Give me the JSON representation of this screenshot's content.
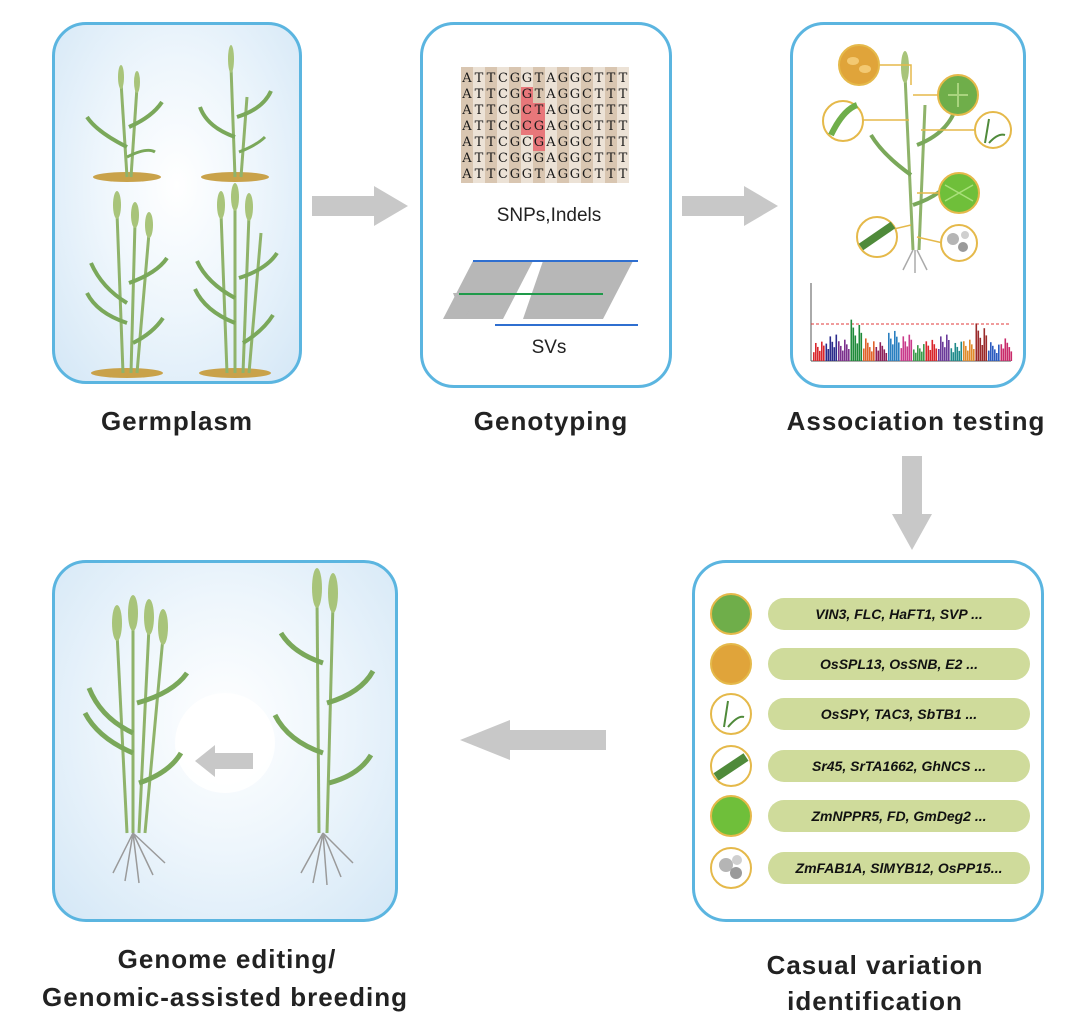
{
  "steps": {
    "germplasm": "Germplasm",
    "genotyping": "Genotyping",
    "association": "Association testing",
    "casual_line1": "Casual variation",
    "casual_line2": "identification",
    "editing_line1": "Genome editing/",
    "editing_line2": "Genomic-assisted breeding"
  },
  "genotyping": {
    "sequences": [
      "ATTCGGTAGGCTTT",
      "ATTCGGTAGGCTTT",
      "ATTCGCTAGGCTTT",
      "ATTCGCGAGGCTTT",
      "ATTCGCGAGGCTTT",
      "ATTCGGGAGGCTTT",
      "ATTCGGTAGGCTTT"
    ],
    "snps_label": "SNPs,Indels",
    "svs_label": "SVs"
  },
  "genes": [
    {
      "text": "VIN3, FLC, HaFT1, SVP ...",
      "icon": "spike-icon"
    },
    {
      "text": "OsSPL13, OsSNB, E2 ...",
      "icon": "seeds-icon"
    },
    {
      "text": "OsSPY, TAC3, SbTB1 ...",
      "icon": "leaf-angle-icon"
    },
    {
      "text": "Sr45, SrTA1662, GhNCS ...",
      "icon": "stem-icon"
    },
    {
      "text": "ZmNPPR5, FD, GmDeg2 ...",
      "icon": "cells-icon"
    },
    {
      "text": "ZmFAB1A, SlMYB12, OsPP15...",
      "icon": "molecule-icon"
    }
  ],
  "colors": {
    "panel_border": "#5bb5e0",
    "arrow": "#c8c8c8",
    "pill": "#cfdb9b",
    "snp_highlight": "#e8777a",
    "sv_blue": "#2f6fd0",
    "sv_green": "#1f9a4a"
  }
}
